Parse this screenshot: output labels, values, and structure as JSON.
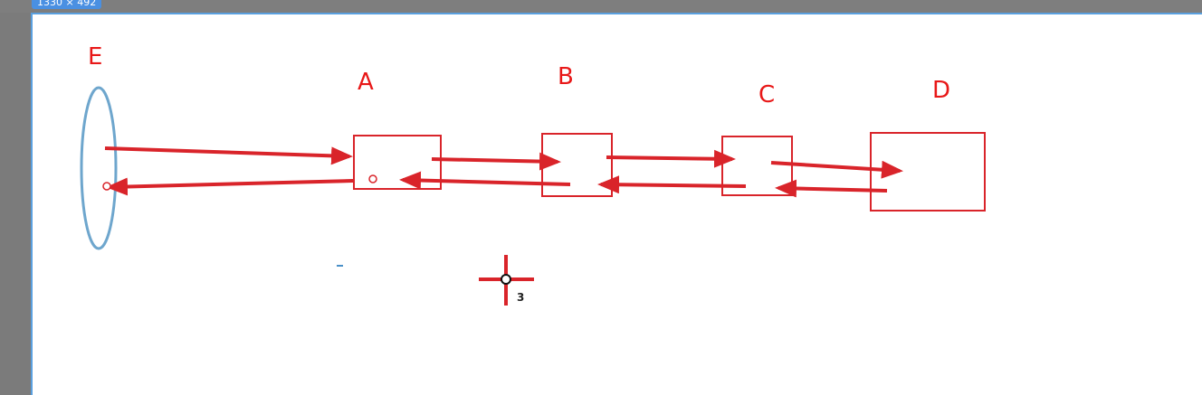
{
  "window": {
    "size_badge": "1330 × 492"
  },
  "diagram": {
    "labels": {
      "e": "E",
      "a": "A",
      "b": "B",
      "c": "C",
      "d": "D"
    }
  },
  "cursor": {
    "type": "crosshair",
    "number": "3"
  },
  "colors": {
    "stroke_red": "#d9242a",
    "label_red": "#e81818",
    "ellipse_blue": "#6ea6cd",
    "selection_blue": "#4a90e2"
  }
}
